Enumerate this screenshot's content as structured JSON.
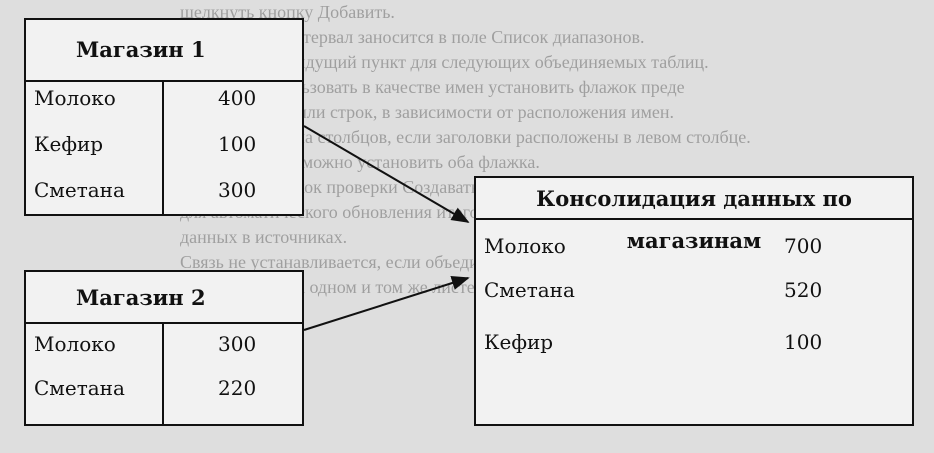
{
  "background_text": [
    {
      "text": "щелкнуть кнопку Добавить.",
      "style": "indent"
    },
    {
      "text": "Выделенный интервал заносится в поле Список диапазонов.",
      "style": "indent"
    },
    {
      "text": "Повторить предыдущий пункт для следующих объединяемых таблиц.",
      "style": "bullet"
    },
    {
      "text": "В области Использовать в качестве имен установить флажок преде",
      "style": "bullet"
    },
    {
      "text": "имен столбцов или строк, в зависимости от расположения имен.",
      "style": "indent"
    },
    {
      "text": "Например, имена столбцов, если заголовки расположены в левом столбце.",
      "style": "indent"
    },
    {
      "text": "Если нужно, то можно установить оба флажка.",
      "style": "indent"
    },
    {
      "text": "Установить флажок проверки Создавать связи с исходными данными",
      "style": "bullet"
    },
    {
      "text": "для автоматического обновления итоговой консолидации при изменении",
      "style": "indent"
    },
    {
      "text": "данных в источниках.",
      "style": "indent"
    },
    {
      "text": "Связь не устанавливается, если объединяемые таблицы и итоговая таблица",
      "style": "indent"
    },
    {
      "text": "расположены на одном и том же листе.",
      "style": "indent"
    }
  ],
  "store1": {
    "title": "Магазин 1",
    "rows": [
      {
        "name": "Молоко",
        "value": "400"
      },
      {
        "name": "Кефир",
        "value": "100"
      },
      {
        "name": "Сметана",
        "value": "300"
      }
    ]
  },
  "store2": {
    "title": "Магазин 2",
    "rows": [
      {
        "name": "Молоко",
        "value": "300"
      },
      {
        "name": "Сметана",
        "value": "220"
      }
    ]
  },
  "consolidation": {
    "title": "Консолидация данных по магазинам",
    "rows": [
      {
        "name": "Молоко",
        "value": "700"
      },
      {
        "name": "Сметана",
        "value": "520"
      },
      {
        "name": "Кефир",
        "value": "100"
      }
    ]
  }
}
